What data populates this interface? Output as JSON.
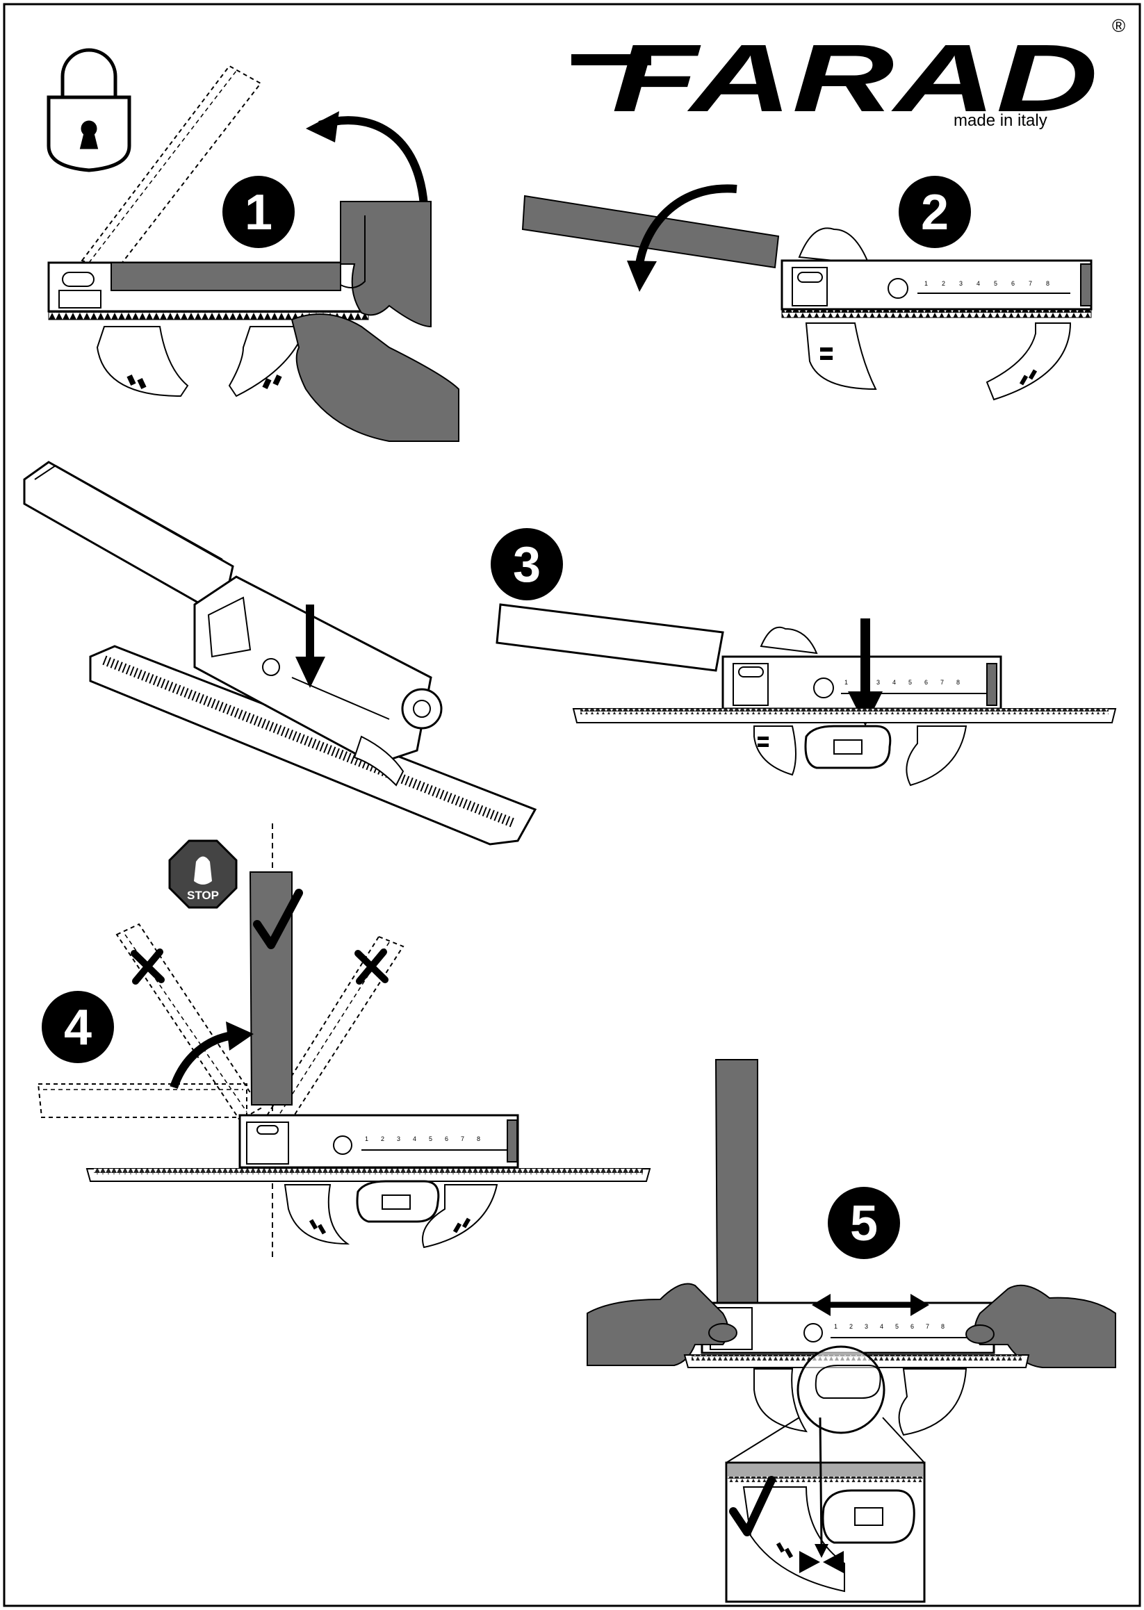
{
  "brand": {
    "logo_text": "FARAD",
    "registered_mark": "®",
    "tagline": "made in italy"
  },
  "steps": [
    {
      "number": "1"
    },
    {
      "number": "2"
    },
    {
      "number": "3"
    },
    {
      "number": "4"
    },
    {
      "number": "5"
    }
  ],
  "stop_sign": {
    "label": "STOP"
  },
  "scale_ticks": [
    "1",
    "2",
    "3",
    "4",
    "5",
    "6",
    "7",
    "8"
  ],
  "icons": {
    "lock": "padlock-icon",
    "check": "check-icon",
    "cross": "cross-icon",
    "stop": "stop-sign-icon",
    "arrow": "arrow-icon"
  },
  "colors": {
    "ink": "#000000",
    "grey_fill": "#6e6e6e",
    "paper": "#ffffff"
  }
}
